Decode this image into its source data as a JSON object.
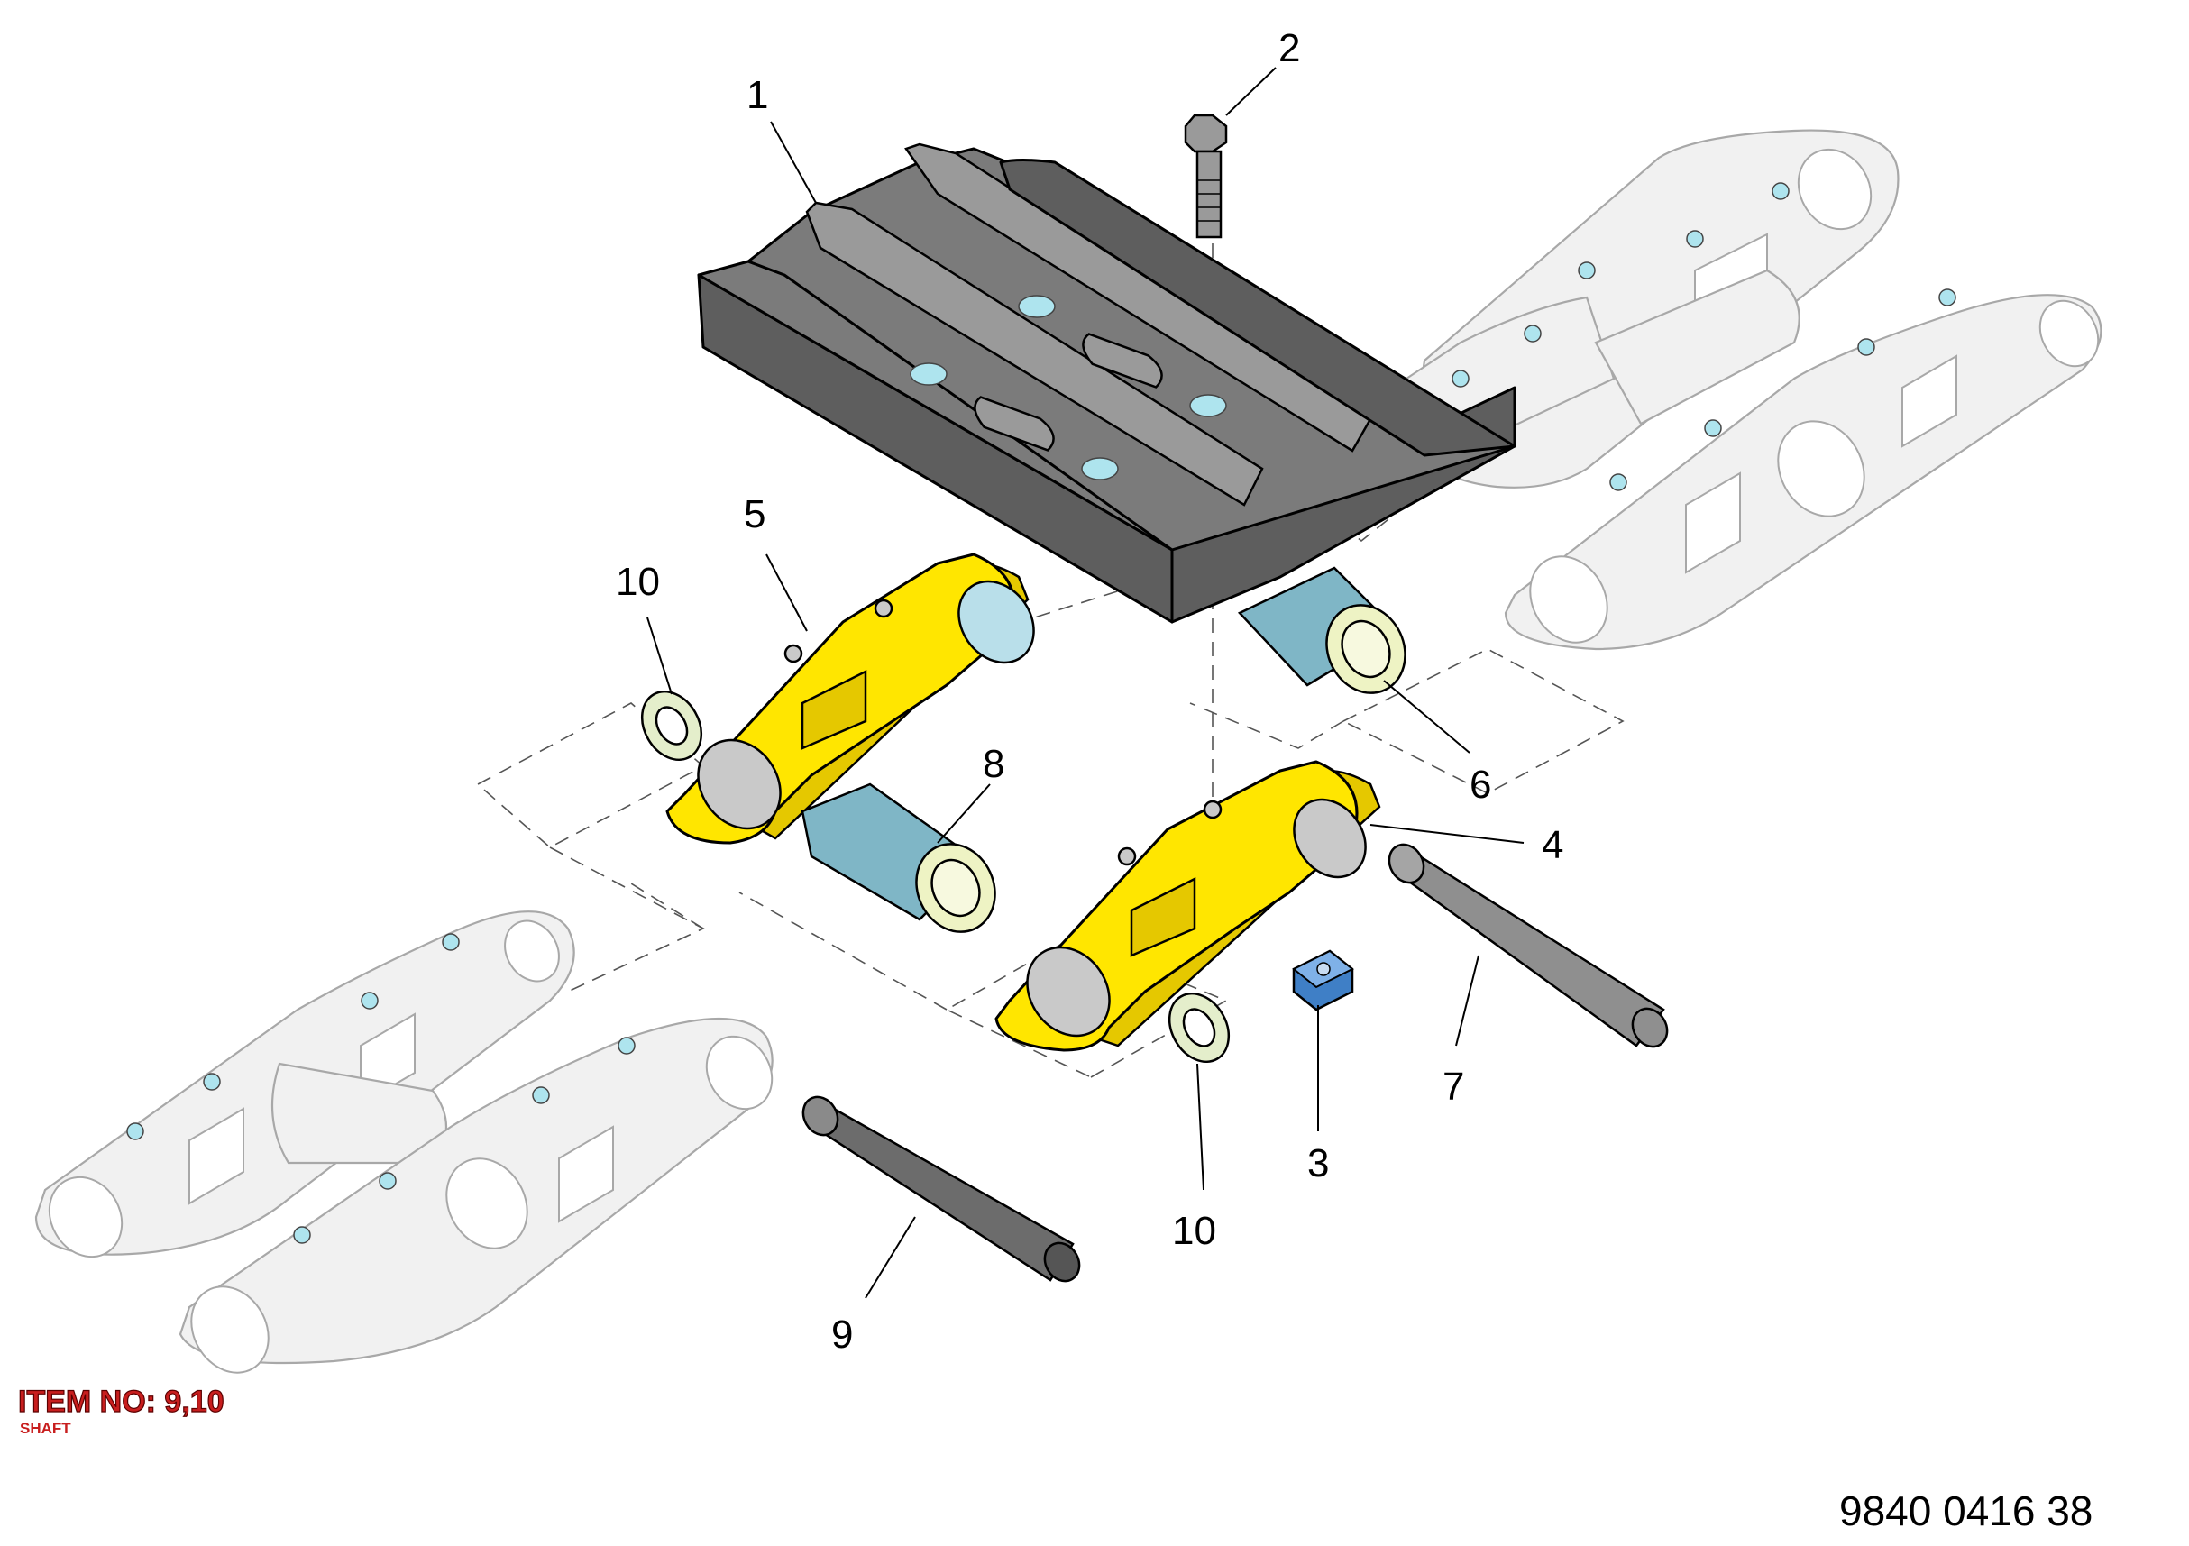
{
  "callouts": {
    "c1": "1",
    "c2": "2",
    "c3": "3",
    "c4": "4",
    "c5": "5",
    "c6": "6",
    "c7": "7",
    "c8": "8",
    "c9": "9",
    "c10a": "10",
    "c10b": "10"
  },
  "stamp": {
    "title": "ITEM NO: 9,10",
    "subtitle": "SHAFT"
  },
  "drawing_number": "9840 0416 38",
  "colors": {
    "highlight_link": "#ffe600",
    "bushing": "#7fb6c6",
    "washer": "#e4eecb",
    "track_plate": "#7b7b7b",
    "stamp": "#c81e1e"
  }
}
